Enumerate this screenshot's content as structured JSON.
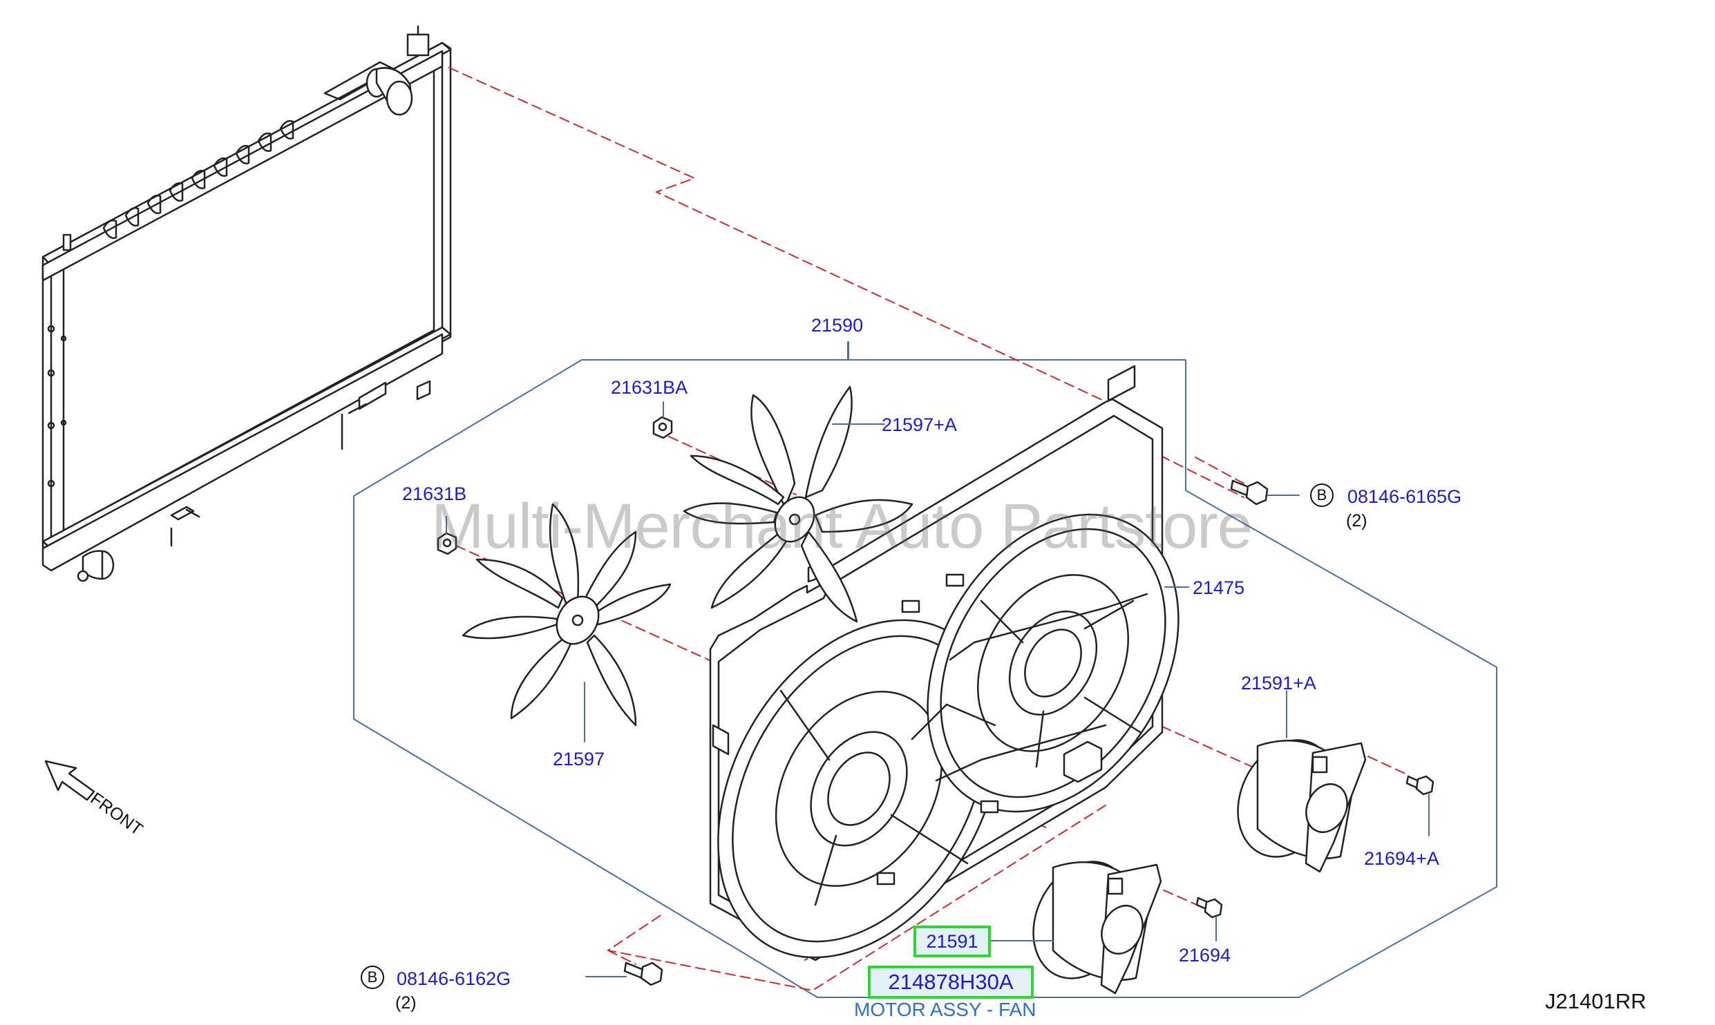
{
  "diagram": {
    "watermark": "Multi-Merchant Auto Partstore",
    "direction_label": "FRONT",
    "diagram_code": "J21401RR",
    "parts": {
      "shroud_assy": "21590",
      "nut_b_a": "21631BA",
      "fan_a": "21597+A",
      "nut_b": "21631B",
      "shroud": "21475",
      "fan": "21597",
      "motor_a": "21591+A",
      "screw_a": "21694+A",
      "screw": "21694",
      "motor": "21591",
      "motor_assy_fan": "214878H30A"
    },
    "bolts": [
      {
        "marker": "B",
        "part_no": "08146-6165G",
        "qty": "(2)"
      },
      {
        "marker": "B",
        "part_no": "08146-6162G",
        "qty": "(2)"
      }
    ],
    "highlighted_description": "MOTOR ASSY - FAN"
  },
  "colors": {
    "label_blue": "#1a1ad8",
    "frame_blue": "#4a6fa5",
    "dashed_red": "#d9262a",
    "highlight_green": "#2fd82f",
    "highlight_fill": "#e4f1f9",
    "description_blue": "#2a6fd6"
  }
}
